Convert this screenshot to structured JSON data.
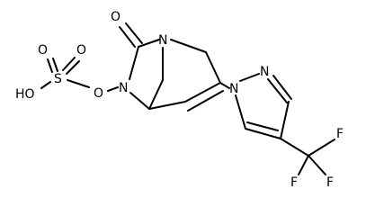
{
  "molecule": {
    "atoms": {
      "carbonyl_oxygen": "O",
      "bridge_nitrogen": "N",
      "amide_nitrogen": "N",
      "ester_oxygen": "O",
      "sulfur": "S",
      "sulfonyl_oxygen_top_left": "O",
      "sulfonyl_oxygen_top_right": "O",
      "hydroxyl": "HO",
      "pyrazole_nitrogen_1": "N",
      "pyrazole_nitrogen_2": "N",
      "fluorine_1": "F",
      "fluorine_2": "F",
      "fluorine_3": "F"
    }
  }
}
